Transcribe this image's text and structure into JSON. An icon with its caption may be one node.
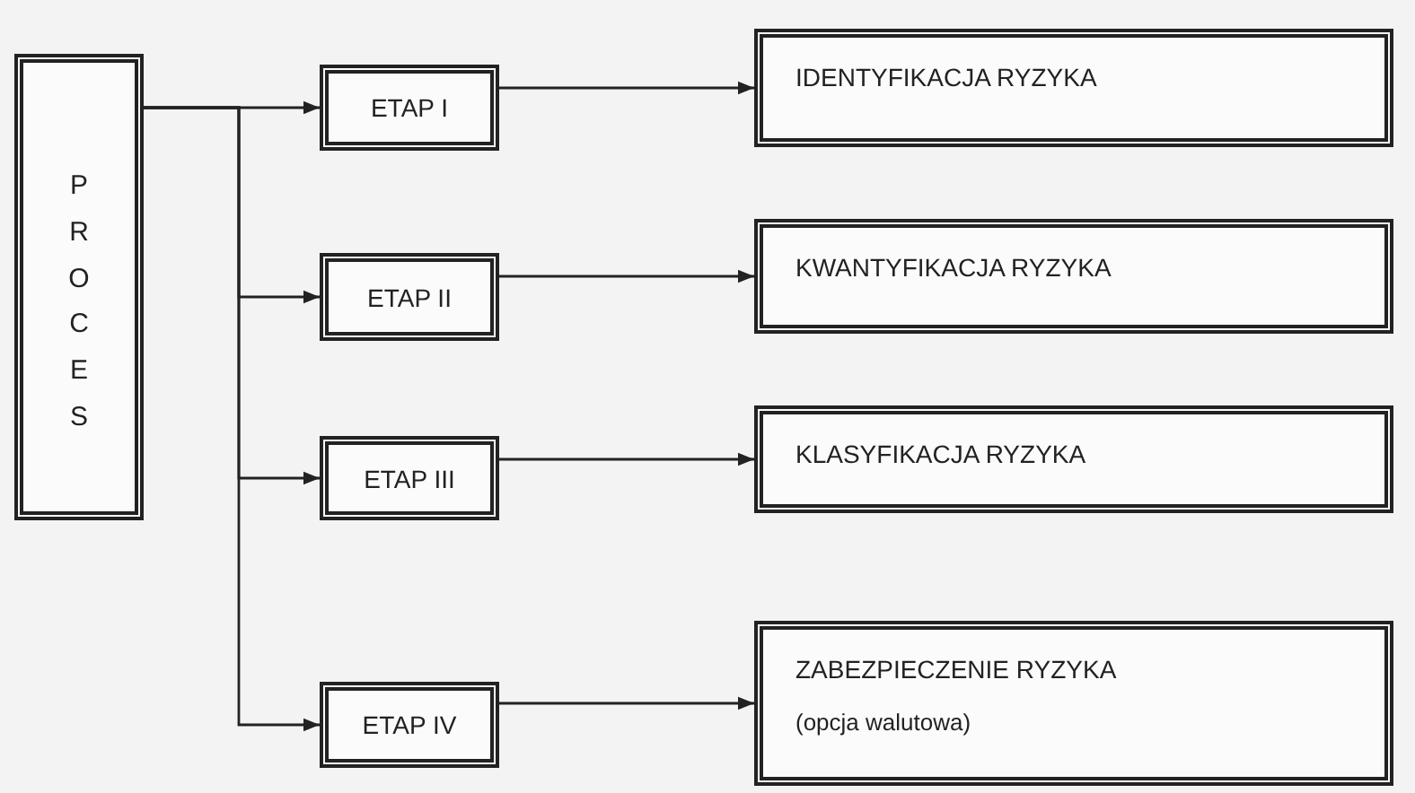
{
  "diagram": {
    "nodes": [
      {
        "text": [
          "PROCES"
        ]
      },
      {
        "text": [
          "ETAP I"
        ]
      },
      {
        "text": [
          "ETAP II"
        ]
      },
      {
        "text": [
          "ETAP III"
        ]
      },
      {
        "text": [
          "ETAP IV"
        ]
      },
      {
        "text": [
          "IDENTYFIKACJA RYZYKA"
        ]
      },
      {
        "text": [
          "KWANTYFIKACJA RYZYKA"
        ]
      },
      {
        "text": [
          "KLASYFIKACJA RYZYKA"
        ]
      },
      {
        "text": [
          "ZABEZPIECZENIE RYZYKA",
          "(opcja walutowa)"
        ]
      }
    ],
    "edges": [
      {
        "from": 0,
        "to": 1,
        "arrow": "to"
      },
      {
        "from": 0,
        "to": 2,
        "arrow": "to"
      },
      {
        "from": 0,
        "to": 3,
        "arrow": "to"
      },
      {
        "from": 0,
        "to": 4,
        "arrow": "to"
      },
      {
        "from": 1,
        "to": 5,
        "arrow": "to"
      },
      {
        "from": 2,
        "to": 6,
        "arrow": "to"
      },
      {
        "from": 3,
        "to": 7,
        "arrow": "to"
      },
      {
        "from": 4,
        "to": 8,
        "arrow": "to"
      }
    ]
  }
}
